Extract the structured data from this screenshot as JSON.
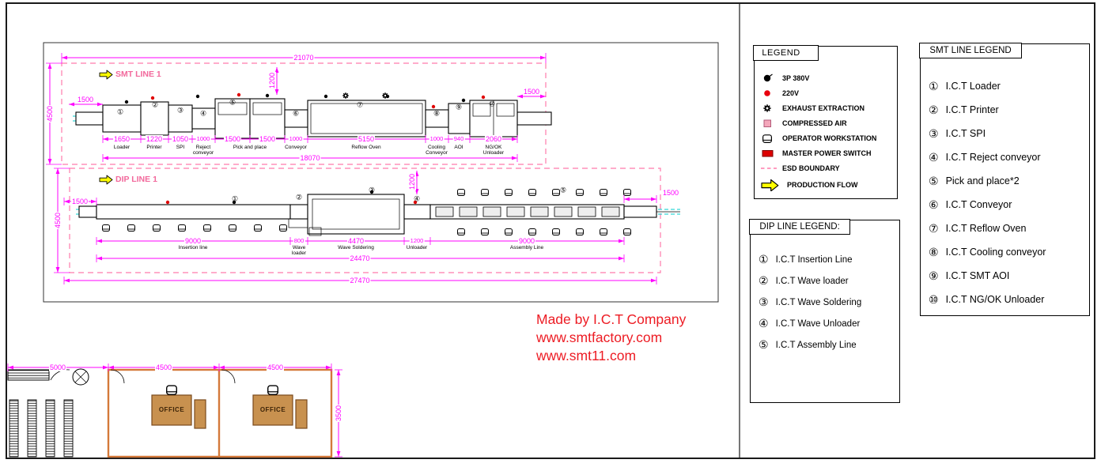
{
  "smt": {
    "flow_label": "SMT LINE 1",
    "dim_top": "21070",
    "dim_left": "4500",
    "dim_lead": "1500",
    "dim_exit": "1500",
    "dim_depth": "1200",
    "dim_total": "18070",
    "dims": [
      "1650",
      "1220",
      "1050",
      "1000",
      "1500",
      "1500",
      "1000",
      "5150",
      "1000",
      "940",
      "2060"
    ],
    "labels": [
      "Loader",
      "Printer",
      "SPI",
      "Reject conveyor",
      "Pick and place",
      "Conveyor",
      "Reflow Oven",
      "Cooling Conveyor",
      "AOI",
      "NG/OK Unloader"
    ],
    "nums": [
      "①",
      "②",
      "③",
      "④",
      "⑤",
      "⑥",
      "⑦",
      "⑧",
      "⑨",
      "⑩"
    ]
  },
  "dip": {
    "flow_label": "DIP LINE 1",
    "dim_left": "4500",
    "dim_lead": "1500",
    "dim_exit": "1500",
    "dim_depth": "1200",
    "dim_inner_total": "24470",
    "dim_total": "27470",
    "dims": [
      "9000",
      "800",
      "4470",
      "1200",
      "9000"
    ],
    "labels": [
      "Insertion line",
      "Wave loader",
      "Wave Soldering",
      "Unloader",
      "Assembly Line"
    ],
    "nums": [
      "①",
      "②",
      "③",
      "④",
      "⑤"
    ]
  },
  "office": {
    "dims": [
      "5000",
      "4500",
      "4500"
    ],
    "dim_depth": "3500",
    "desk_label": "OFFICE"
  },
  "legend": {
    "title": "LEGEND",
    "items": [
      {
        "icon": "power-3p-380v-icon",
        "label": "3P 380V"
      },
      {
        "icon": "power-220v-icon",
        "label": "220V"
      },
      {
        "icon": "exhaust-extraction-icon",
        "label": "EXHAUST EXTRACTION"
      },
      {
        "icon": "compressed-air-icon",
        "label": "COMPRESSED AIR"
      },
      {
        "icon": "operator-workstation-icon",
        "label": "OPERATOR WORKSTATION"
      },
      {
        "icon": "master-power-switch-icon",
        "label": "MASTER POWER SWITCH"
      },
      {
        "icon": "esd-boundary-icon",
        "label": "ESD BOUNDARY"
      },
      {
        "icon": "production-flow-icon",
        "label": "PRODUCTION FLOW"
      }
    ]
  },
  "dip_legend": {
    "title": "DIP LINE LEGEND:",
    "items": [
      {
        "num": "①",
        "label": "I.C.T Insertion Line"
      },
      {
        "num": "②",
        "label": "I.C.T Wave loader"
      },
      {
        "num": "③",
        "label": "I.C.T Wave Soldering"
      },
      {
        "num": "④",
        "label": "I.C.T Wave Unloader"
      },
      {
        "num": "⑤",
        "label": "I.C.T Assembly Line"
      }
    ]
  },
  "smt_legend": {
    "title": "SMT LINE LEGEND",
    "items": [
      {
        "num": "①",
        "label": "I.C.T Loader"
      },
      {
        "num": "②",
        "label": "I.C.T Printer"
      },
      {
        "num": "③",
        "label": "I.C.T SPI"
      },
      {
        "num": "④",
        "label": "I.C.T Reject conveyor"
      },
      {
        "num": "⑤",
        "label": "Pick and place*2"
      },
      {
        "num": "⑥",
        "label": "I.C.T Conveyor"
      },
      {
        "num": "⑦",
        "label": "I.C.T Reflow Oven"
      },
      {
        "num": "⑧",
        "label": "I.C.T Cooling conveyor"
      },
      {
        "num": "⑨",
        "label": "I.C.T SMT AOI"
      },
      {
        "num": "⑩",
        "label": "I.C.T NG/OK Unloader"
      }
    ]
  },
  "credits": {
    "line1": "Made by I.C.T Company",
    "line2": "www.smtfactory.com",
    "line3": "www.smt11.com"
  },
  "colors": {
    "dimension": "#ff00ff",
    "esd_boundary": "#ff7bac",
    "conveyor_centerline": "#00cccc",
    "production_flow": "#ffff00",
    "power_220v": "#ff0000",
    "credits_text": "#ed1c24"
  }
}
